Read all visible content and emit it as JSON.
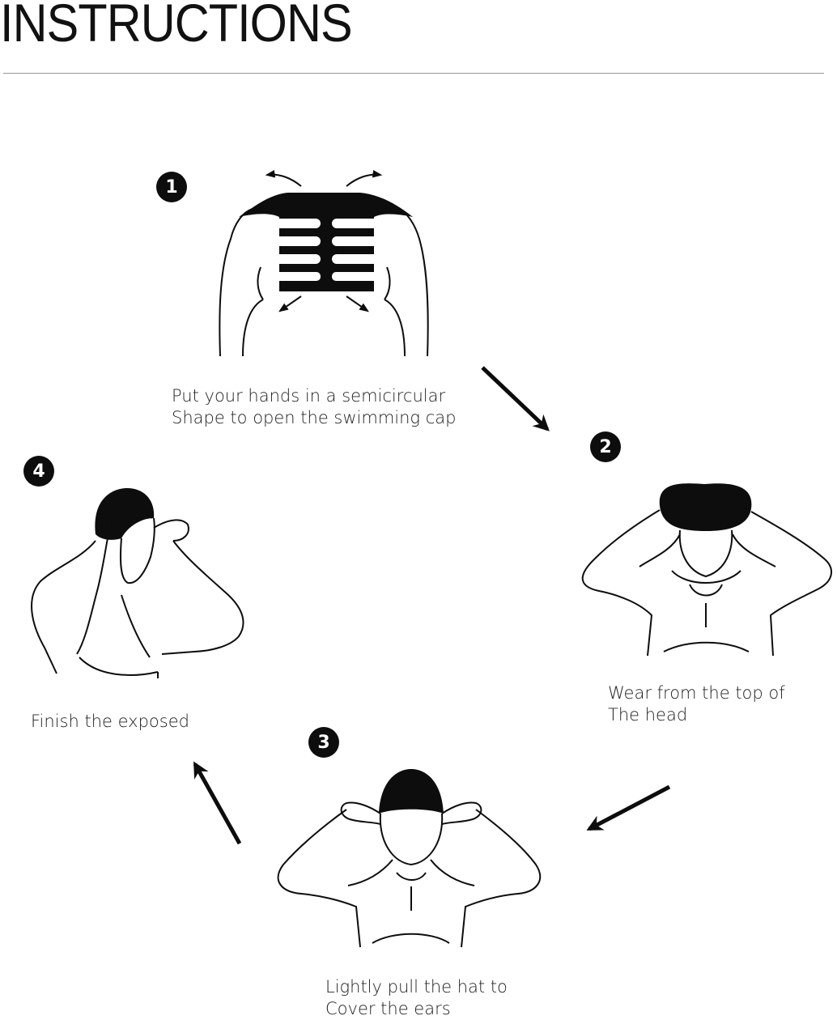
{
  "title": "INSTRUCTIONS",
  "steps": [
    {
      "number": "1",
      "line1": "Put your hands in a semicircular",
      "line2": "Shape to open the swimming cap",
      "icon": "hands-stretching-cap-illustration"
    },
    {
      "number": "2",
      "line1": "Wear from the top of",
      "line2": "The head",
      "icon": "person-putting-on-cap-illustration"
    },
    {
      "number": "3",
      "line1": "Lightly pull the hat to",
      "line2": "Cover the ears",
      "icon": "person-pulling-cap-over-ears-illustration"
    },
    {
      "number": "4",
      "line1": "Finish the exposed",
      "line2": "",
      "icon": "person-adjusting-cap-illustration"
    }
  ],
  "colors": {
    "ink": "#0d0d0d",
    "rule": "#999999",
    "background": "#ffffff"
  }
}
